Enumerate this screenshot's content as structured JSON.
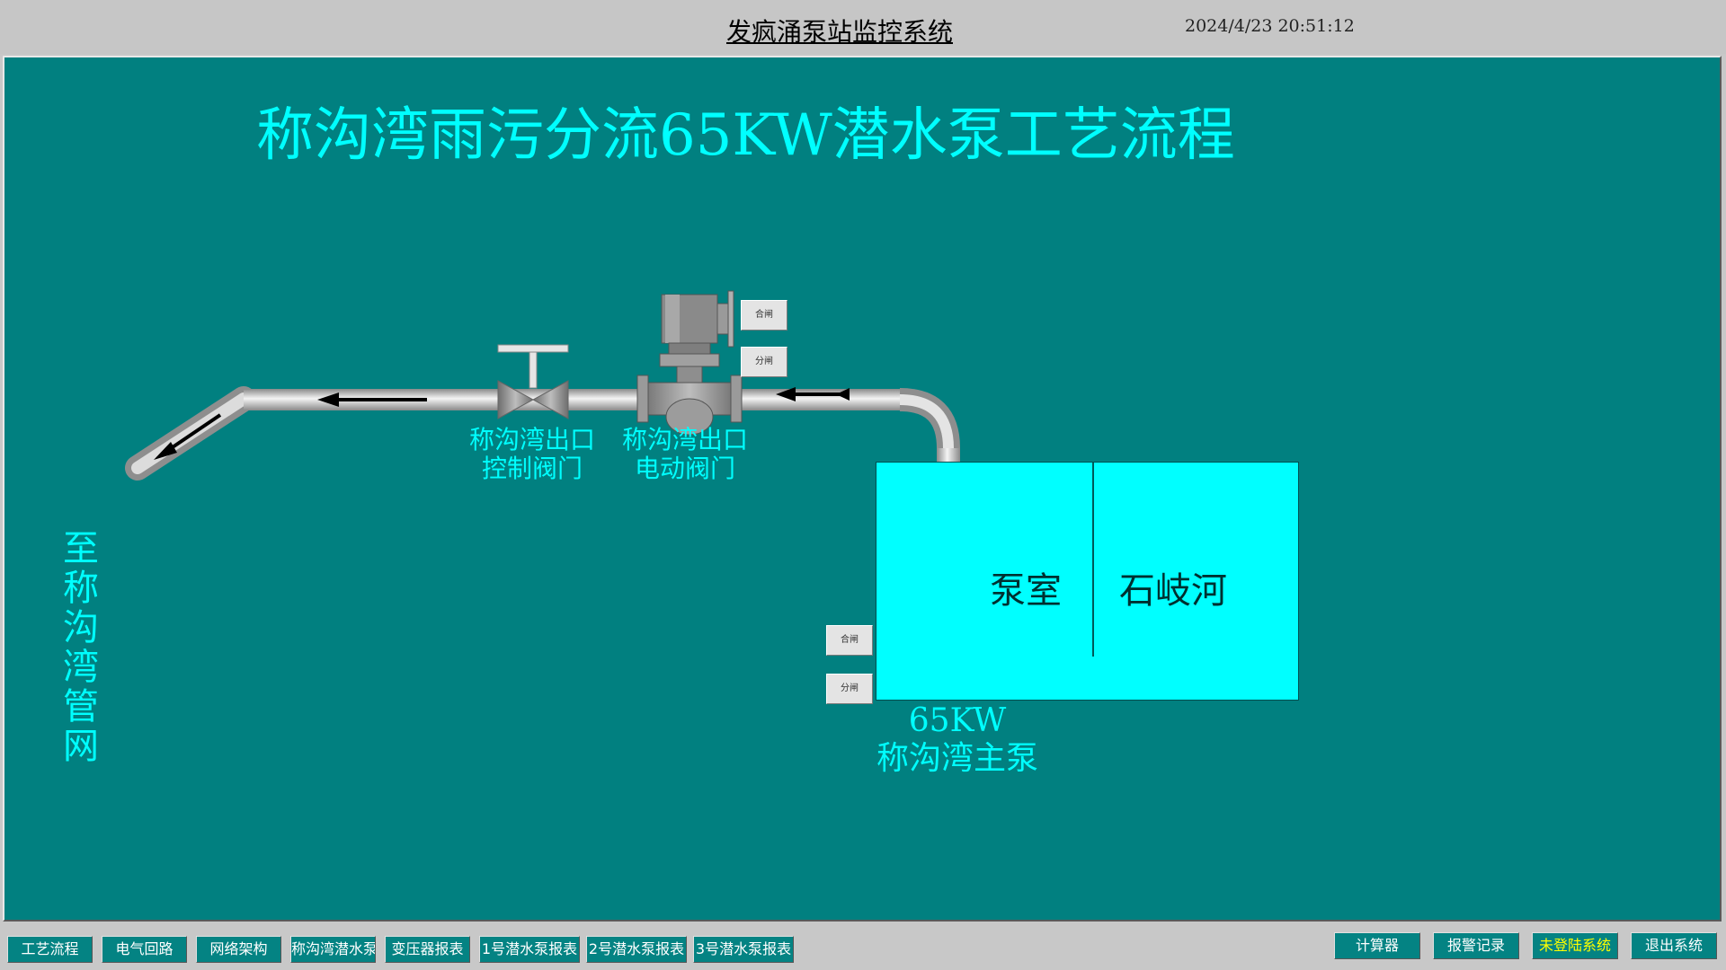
{
  "header": {
    "system_title": "发疯涌泵站监控系统",
    "datetime": "2024/4/23 20:51:12"
  },
  "diagram": {
    "title": "称沟湾雨污分流65KW潜水泵工艺流程",
    "destination_label": "至称沟湾管网",
    "control_valve_label_1": "称沟湾出口",
    "control_valve_label_2": "控制阀门",
    "electric_valve_label_1": "称沟湾出口",
    "electric_valve_label_2": "电动阀门",
    "tank_left_label": "泵室",
    "tank_right_label": "石岐河",
    "pump_power_label": "65KW",
    "pump_name_label": "称沟湾主泵",
    "valve_close_button": "合闸",
    "valve_open_button": "分闸",
    "pump_close_button": "合闸",
    "pump_open_button": "分闸",
    "colors": {
      "background": "#018080",
      "text_accent": "#00ffff",
      "tank_fill": "#00ffff",
      "pipe": "#c8c8c8"
    }
  },
  "footer": {
    "left_buttons": [
      "工艺流程",
      "电气回路",
      "网络架构",
      "称沟湾潜水泵",
      "变压器报表",
      "1号潜水泵报表",
      "2号潜水泵报表",
      "3号潜水泵报表"
    ],
    "right_buttons": {
      "calculator": "计算器",
      "alarm_log": "报警记录",
      "login_status": "未登陆系统",
      "exit": "退出系统"
    }
  }
}
